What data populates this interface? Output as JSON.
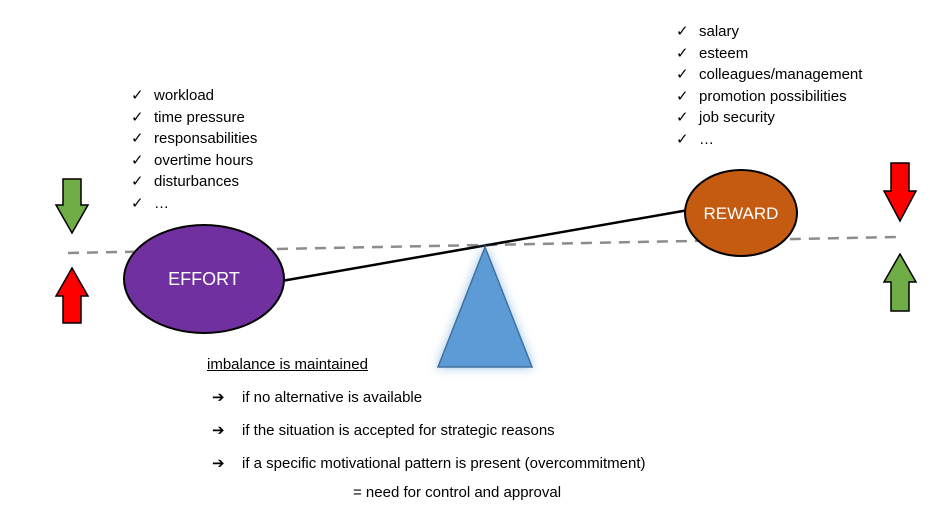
{
  "effort": {
    "label": "EFFORT",
    "color": "#7030a0",
    "items": [
      "workload",
      "time pressure",
      "responsabilities",
      "overtime hours",
      "disturbances",
      "…"
    ]
  },
  "reward": {
    "label": "REWARD",
    "color": "#c55a11",
    "items": [
      "salary",
      "esteem",
      "colleagues/management",
      "promotion possibilities",
      "job security",
      "…"
    ]
  },
  "fulcrum_color": "#5b9bd5",
  "arrow_colors": {
    "red": "#ff0000",
    "green": "#70ad47"
  },
  "check_symbol": "✓",
  "arrow_symbol": "➔",
  "imbalance": {
    "heading": "imbalance is maintained",
    "conditions": [
      "if no alternative is available",
      "if the situation is accepted for strategic reasons",
      "if a specific motivational pattern is present (overcommitment)"
    ],
    "conclusion": "= need for control and approval"
  }
}
